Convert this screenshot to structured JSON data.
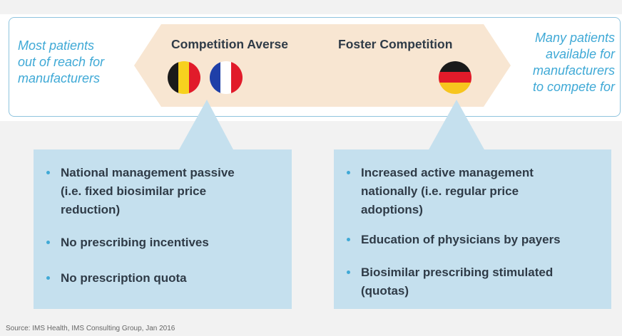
{
  "spectrum": {
    "left_text": "Most patients out of reach for manufacturers",
    "right_text": "Many patients available for manufacturers to compete for",
    "left_text_lines": [
      "Most patients",
      "out of reach for",
      "manufacturers"
    ],
    "right_text_lines": [
      "Many patients",
      "available for",
      "manufacturers",
      "to compete for"
    ],
    "left_heading": "Competition Averse",
    "right_heading": "Foster Competition",
    "left_flags": [
      "Belgium flag",
      "France flag"
    ],
    "right_flags": [
      "Germany flag"
    ]
  },
  "left_panel": {
    "bullets": [
      [
        "National management passive",
        "(i.e. fixed biosimilar price",
        "reduction)"
      ],
      [
        "No prescribing incentives"
      ],
      [
        "No prescription quota"
      ]
    ]
  },
  "right_panel": {
    "bullets": [
      [
        "Increased active management",
        "nationally (i.e. regular price",
        "adoptions)"
      ],
      [
        "Education of physicians by payers"
      ],
      [
        "Biosimilar prescribing stimulated",
        "(quotas)"
      ]
    ]
  },
  "source": "Source: IMS Health, IMS Consulting Group, Jan 2016",
  "colors": {
    "accent_blue": "#3fa9d6",
    "arrow_fill": "#f8e6d2",
    "panel_fill": "#c5e0ee",
    "box_border": "#8fc4de",
    "text_dark": "#2f3b47"
  }
}
